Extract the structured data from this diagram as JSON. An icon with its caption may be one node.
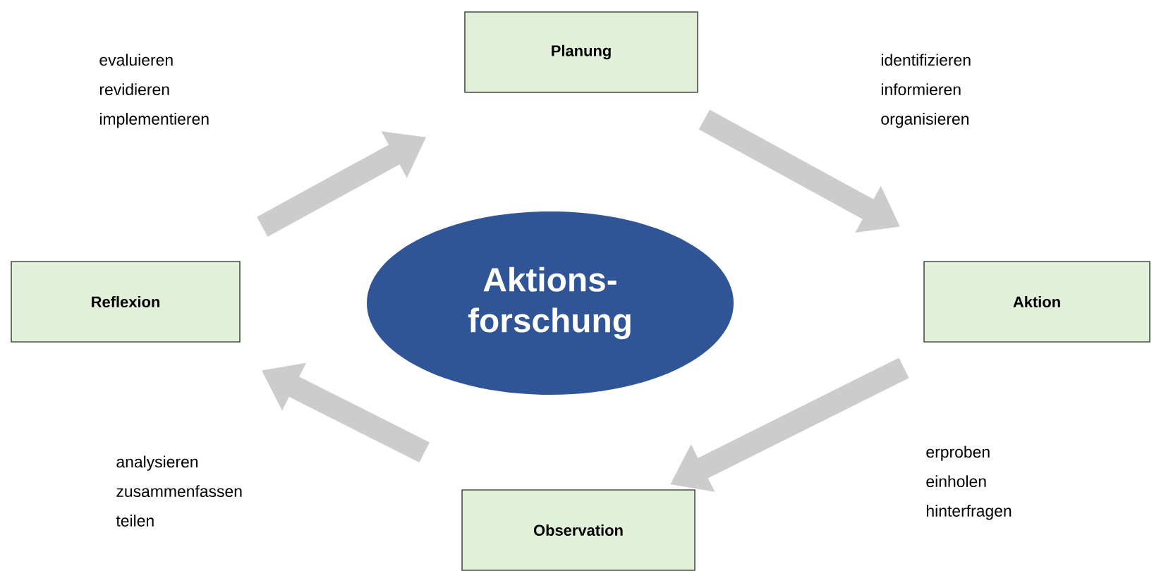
{
  "diagram": {
    "nodes": [
      {
        "text": [
          "Planung"
        ]
      },
      {
        "text": [
          "Aktion"
        ]
      },
      {
        "text": [
          "Observation"
        ]
      },
      {
        "text": [
          "Reflexion"
        ]
      },
      {
        "text": [
          "Aktions- forschung"
        ]
      }
    ],
    "edges": [
      {
        "from": 3,
        "to": 0,
        "arrow": "to"
      },
      {
        "from": 0,
        "to": 1,
        "arrow": "to"
      },
      {
        "from": 1,
        "to": 2,
        "arrow": "to"
      },
      {
        "from": 2,
        "to": 3,
        "arrow": "to"
      }
    ],
    "labels": [
      "evaluieren revidieren implementieren",
      "identifizieren informieren organisieren",
      "analysieren zusammenfassen teilen",
      "erproben einholen hinterfragen"
    ]
  }
}
